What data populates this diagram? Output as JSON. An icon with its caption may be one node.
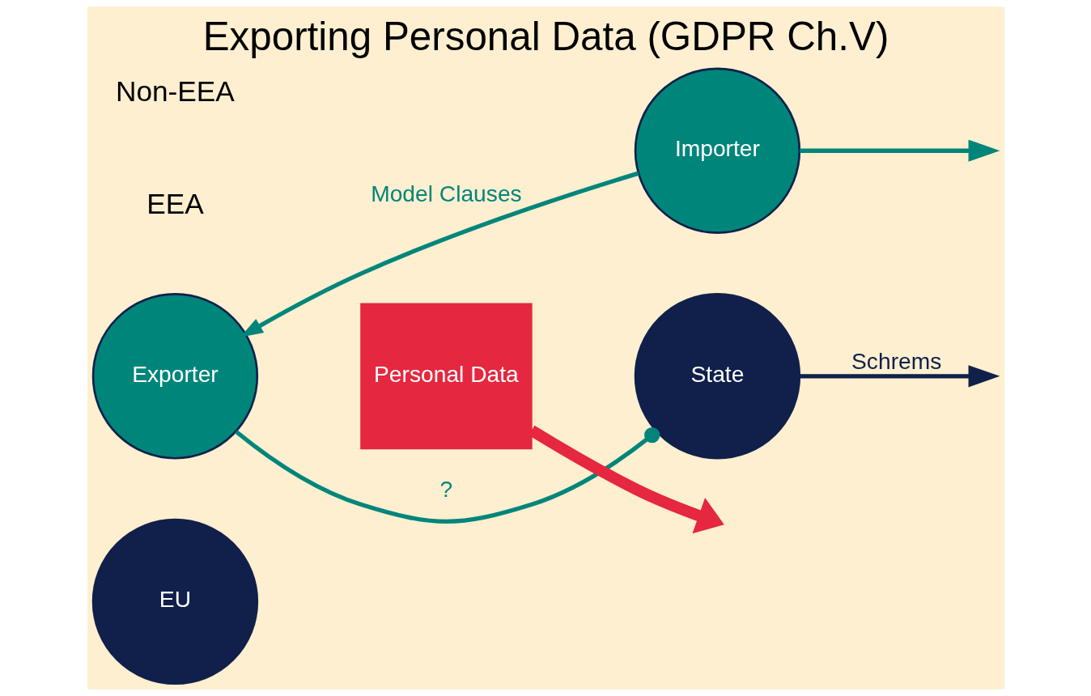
{
  "diagram": {
    "title": "Exporting Personal Data (GDPR Ch.V)",
    "nodes": [
      {
        "text": [
          "Importer"
        ]
      },
      {
        "text": [
          "Exporter"
        ]
      },
      {
        "text": [
          "Personal Data"
        ]
      },
      {
        "text": [
          "EU"
        ]
      },
      {
        "text": [
          "State"
        ]
      }
    ],
    "edges": [
      {
        "from": 0,
        "to": 1,
        "arrow": "to",
        "label": "Model Clauses"
      },
      {
        "from": 2,
        "to": null,
        "arrow": "to",
        "style": "thick",
        "color": "#e5273f"
      },
      {
        "from": 0,
        "to": null,
        "arrow": "to"
      },
      {
        "from": 4,
        "to": null,
        "arrow": "to",
        "color": "#10204a",
        "label": "Schrems"
      },
      {
        "from": 1,
        "to": 4,
        "arrow": "other",
        "label": "?"
      }
    ],
    "labels": [
      "EEA",
      "Non-EEA"
    ]
  }
}
